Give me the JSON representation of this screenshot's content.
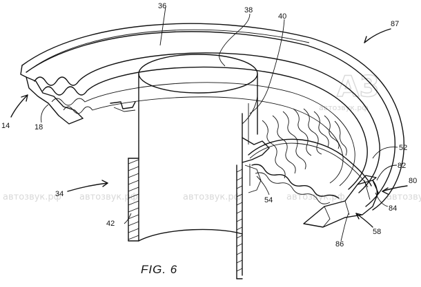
{
  "figure": {
    "caption": "FIG. 6",
    "labels": {
      "r36": "36",
      "r38": "38",
      "r40": "40",
      "r87": "87",
      "r14": "14",
      "r18": "18",
      "r52": "52",
      "r82": "82",
      "r80": "80",
      "r34": "34",
      "r54": "54",
      "r84": "84",
      "r42": "42",
      "r58": "58",
      "r86": "86"
    }
  },
  "watermarks": {
    "text": "автозвук.рф",
    "logo": "A3",
    "logo_caption": "автозвук.рф"
  }
}
